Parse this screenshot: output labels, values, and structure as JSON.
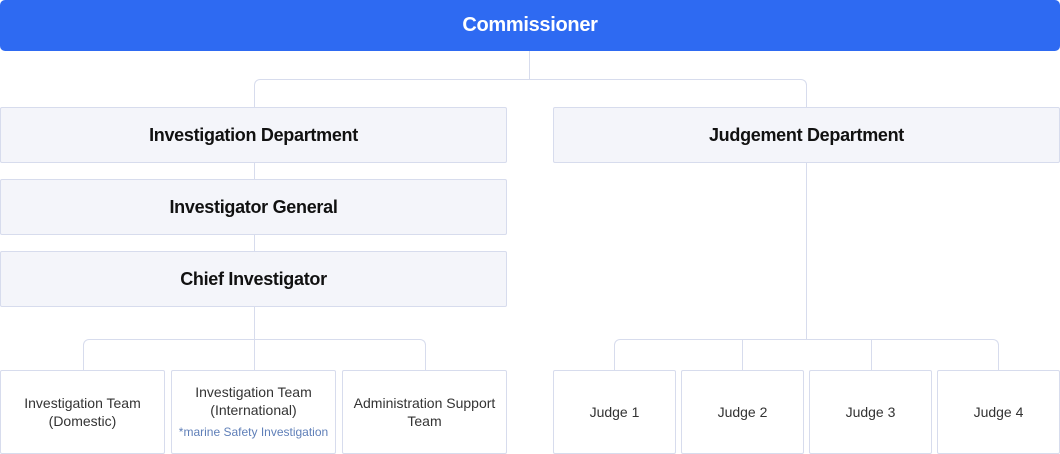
{
  "top": {
    "label": "Commissioner"
  },
  "investigation": {
    "department": "Investigation Department",
    "general": "Investigator General",
    "chief": "Chief Investigator",
    "teams": [
      {
        "label": "Investigation Team\n(Domestic)",
        "note": ""
      },
      {
        "label": "Investigation Team\n(International)",
        "note": "*marine Safety Investigation"
      },
      {
        "label": "Administration Support\nTeam",
        "note": ""
      }
    ]
  },
  "judgement": {
    "department": "Judgement Department",
    "judges": [
      "Judge 1",
      "Judge 2",
      "Judge 3",
      "Judge 4"
    ]
  },
  "colors": {
    "accent": "#2e6af2",
    "box_fill": "#f4f5fa",
    "border": "#d7dced",
    "note": "#5f7fb8"
  }
}
